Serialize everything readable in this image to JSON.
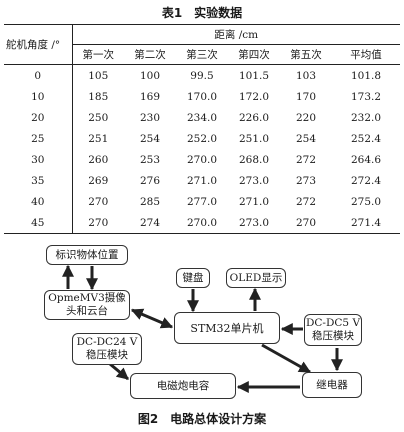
{
  "table": {
    "caption": "表1　实验数据",
    "row_header": "舵机角度 /°",
    "group_header": "距离 /cm",
    "columns": [
      "第一次",
      "第二次",
      "第三次",
      "第四次",
      "第五次",
      "平均值"
    ],
    "rows": [
      {
        "angle": "0",
        "values": [
          "105",
          "100",
          "99.5",
          "101.5",
          "103",
          "101.8"
        ]
      },
      {
        "angle": "10",
        "values": [
          "185",
          "169",
          "170.0",
          "172.0",
          "170",
          "173.2"
        ]
      },
      {
        "angle": "20",
        "values": [
          "250",
          "230",
          "234.0",
          "226.0",
          "220",
          "232.0"
        ]
      },
      {
        "angle": "25",
        "values": [
          "251",
          "254",
          "252.0",
          "251.0",
          "254",
          "252.4"
        ]
      },
      {
        "angle": "30",
        "values": [
          "260",
          "253",
          "270.0",
          "268.0",
          "272",
          "264.6"
        ]
      },
      {
        "angle": "35",
        "values": [
          "269",
          "276",
          "271.0",
          "273.0",
          "273",
          "272.4"
        ]
      },
      {
        "angle": "40",
        "values": [
          "270",
          "285",
          "277.0",
          "271.0",
          "272",
          "275.0"
        ]
      },
      {
        "angle": "45",
        "values": [
          "270",
          "274",
          "270.0",
          "273.0",
          "270",
          "271.4"
        ]
      }
    ]
  },
  "diagram": {
    "caption": "图2　电路总体设计方案",
    "nodes": {
      "mark_position": "标识物体位置",
      "camera_line1": "OpmeMV3摄像",
      "camera_line2": "头和云台",
      "keyboard": "键盘",
      "oled": "OLED显示",
      "mcu": "STM32单片机",
      "dc5_line1": "DC-DC5 V",
      "dc5_line2": "稳压模块",
      "dc24_line1": "DC-DC24 V",
      "dc24_line2": "稳压模块",
      "capacitor": "电磁炮电容",
      "relay": "继电器"
    }
  }
}
